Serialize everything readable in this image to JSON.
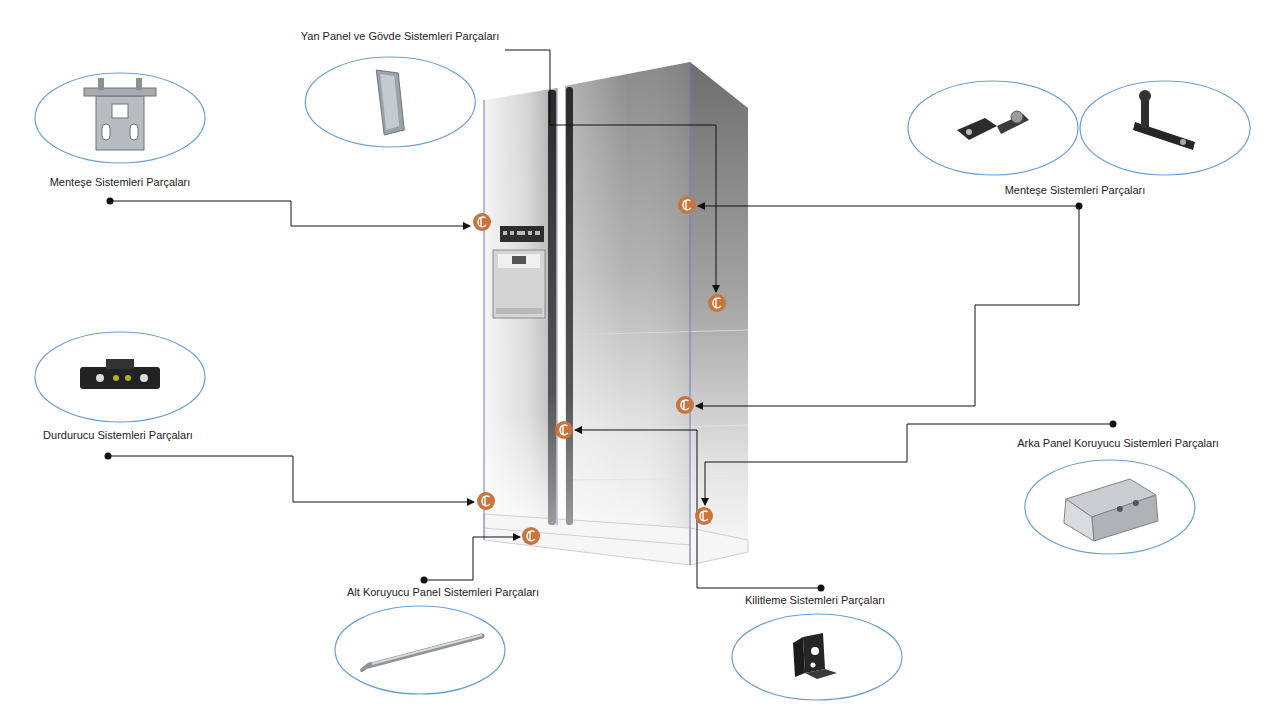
{
  "diagram": {
    "nodes": [
      {
        "text": [
          "Yan Panel ve Gövde Sistemleri Parçaları"
        ]
      },
      {
        "text": [
          "Menteşe Sistemleri Parçaları"
        ]
      },
      {
        "text": [
          "Menteşe Sistemleri Parçaları"
        ]
      },
      {
        "text": [
          "Durdurucu Sistemleri Parçaları"
        ]
      },
      {
        "text": [
          "Arka Panel Koruyucu Sistemleri Parçaları"
        ]
      },
      {
        "text": [
          "Alt Koruyucu Panel Sistemleri Parçaları"
        ]
      },
      {
        "text": [
          "Kilitleme Sistemleri Parçaları"
        ]
      }
    ]
  }
}
